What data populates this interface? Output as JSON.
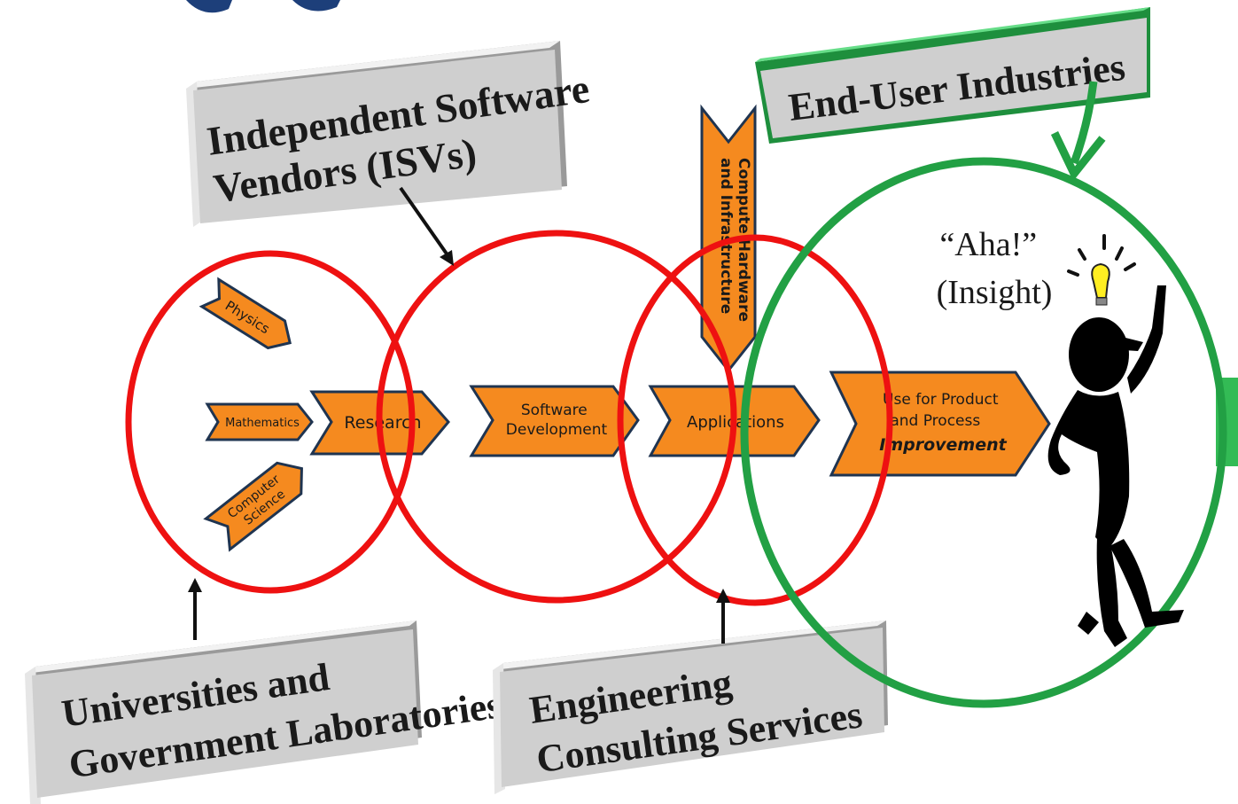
{
  "boxes": {
    "isv": [
      "Independent Software",
      "Vendors (ISVs)"
    ],
    "end_user": [
      "End-User Industries"
    ],
    "universities": [
      "Universities and",
      "Government Laboratories"
    ],
    "engineering": [
      "Engineering",
      "Consulting Services"
    ]
  },
  "inputs": {
    "physics": "Physics",
    "mathematics": "Mathematics",
    "computer_science": [
      "Computer",
      "Science"
    ]
  },
  "flow": {
    "research": "Research",
    "software_development": [
      "Software",
      "Development"
    ],
    "applications": "Applications",
    "improvement": [
      "Use for Product",
      "and Process",
      "Improvement"
    ]
  },
  "hardware": [
    "Compute Hardware",
    "and Infrastructure"
  ],
  "insight": [
    "“Aha!”",
    "(Insight)"
  ],
  "colors": {
    "red_ring": "#ee1111",
    "green_ring": "#22a044",
    "orange": "#f58a1f",
    "chevron_stroke": "#1f3450",
    "box_fill": "#c8c8c8",
    "box_top": "#eeeeee",
    "green_box": "#33bb55"
  }
}
